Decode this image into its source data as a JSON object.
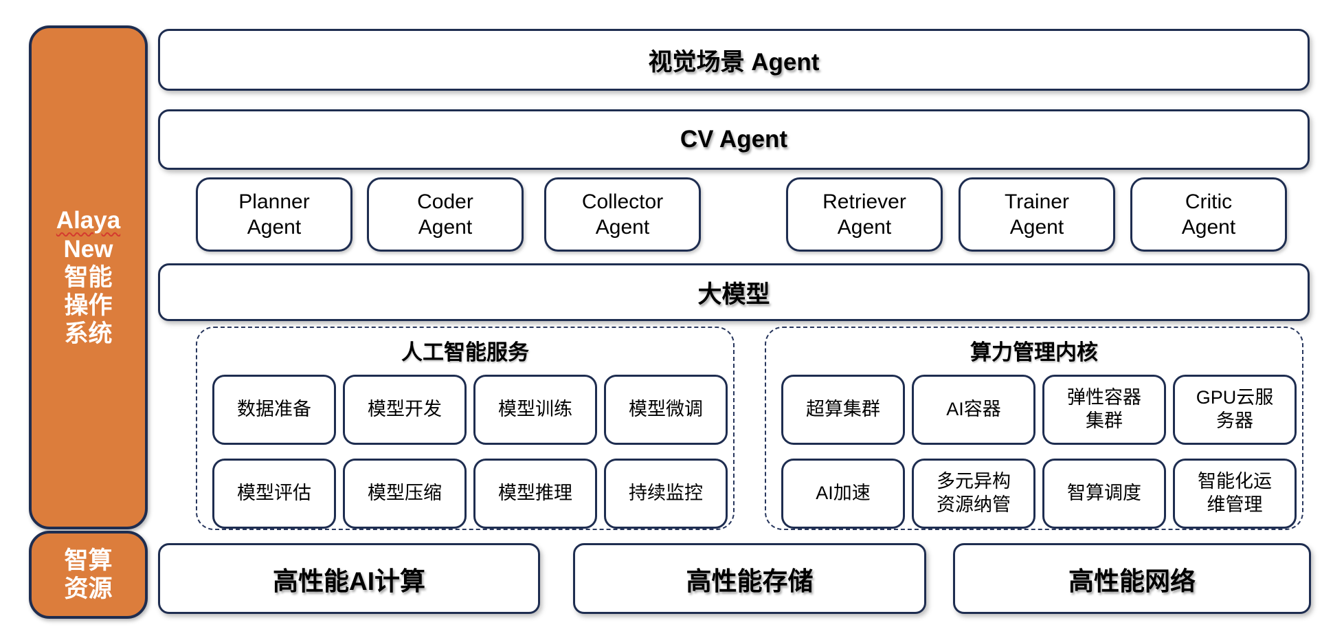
{
  "colors": {
    "orange": "#dc7d3c",
    "navy_border": "#1e2d50",
    "dashed_border": "#26355c",
    "text": "#000000",
    "sidebar_text": "#ffffff",
    "wavy_underline": "#d43a2f"
  },
  "sidebar": {
    "os": {
      "l1": "Alaya",
      "l2": "New",
      "l3": "智能",
      "l4": "操作",
      "l5": "系统"
    },
    "resource": "智算\n资源"
  },
  "layers": {
    "vision": "视觉场景 Agent",
    "cv": "CV Agent",
    "llm": "大模型"
  },
  "agents": [
    {
      "label": "Planner\nAgent"
    },
    {
      "label": "Coder\nAgent"
    },
    {
      "label": "Collector\nAgent"
    },
    {
      "label": "Retriever\nAgent"
    },
    {
      "label": "Trainer\nAgent"
    },
    {
      "label": "Critic\nAgent"
    }
  ],
  "ai_services": {
    "title": "人工智能服务",
    "items": [
      "数据准备",
      "模型开发",
      "模型训练",
      "模型微调",
      "模型评估",
      "模型压缩",
      "模型推理",
      "持续监控"
    ]
  },
  "compute_kernel": {
    "title": "算力管理内核",
    "items": [
      "超算集群",
      "AI容器",
      "弹性容器\n集群",
      "GPU云服\n务器",
      "AI加速",
      "多元异构\n资源纳管",
      "智算调度",
      "智能化运\n维管理"
    ]
  },
  "infrastructure": [
    "高性能AI计算",
    "高性能存储",
    "高性能网络"
  ]
}
